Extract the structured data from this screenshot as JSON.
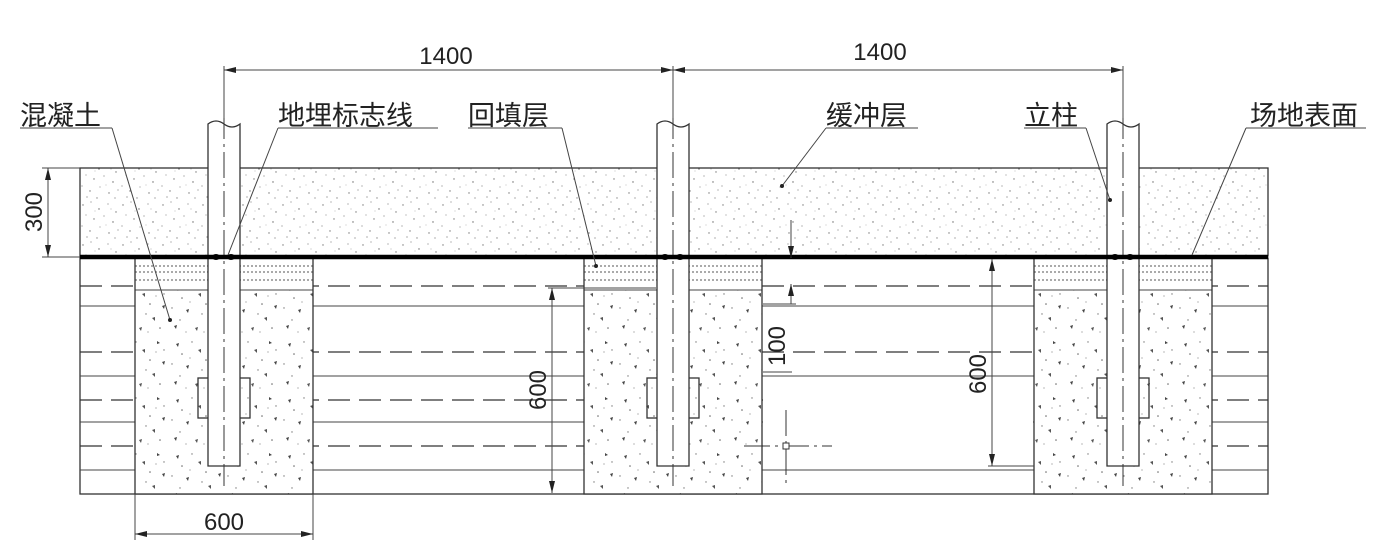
{
  "labels": {
    "concrete": "混凝土",
    "marker_line": "地埋标志线",
    "backfill": "回填层",
    "buffer": "缓冲层",
    "post": "立柱",
    "site_surface": "场地表面"
  },
  "dimensions": {
    "spacing_left": "1400",
    "spacing_right": "1400",
    "buffer_depth": "300",
    "mid_depth_left": "600",
    "offset": "100",
    "mid_depth_right": "600",
    "footing_width": "600"
  },
  "colors": {
    "line": "#333333",
    "ground": "#000000",
    "background": "#ffffff"
  }
}
